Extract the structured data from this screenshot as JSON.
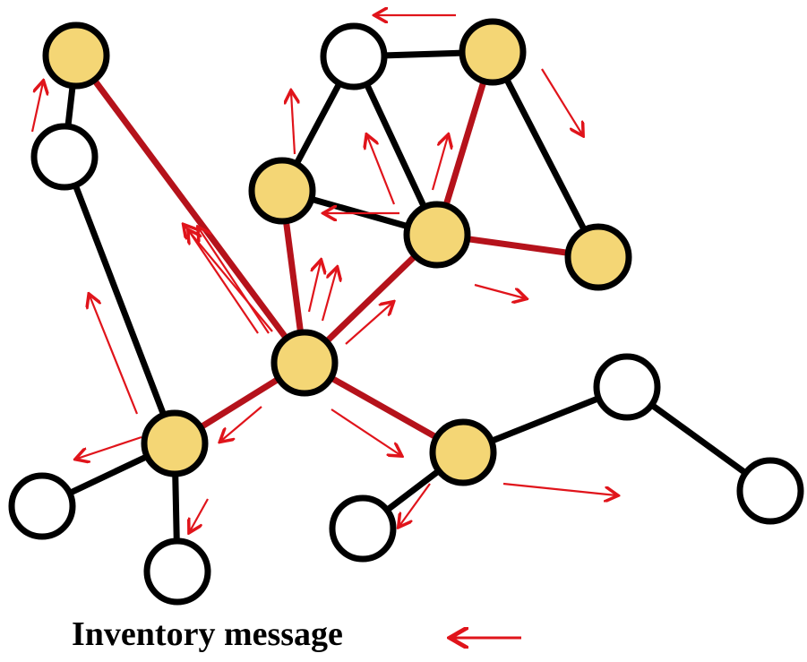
{
  "legend": {
    "label": "Inventory message"
  },
  "colors": {
    "node_informed": "#F4D675",
    "node_uninformed": "#FFFFFF",
    "node_stroke": "#000000",
    "edge_plain": "#000000",
    "edge_propagating": "#B5121B",
    "arrow": "#E0141B"
  },
  "nodes": [
    {
      "id": "n1",
      "informed": true
    },
    {
      "id": "n2",
      "informed": false
    },
    {
      "id": "n3",
      "informed": false
    },
    {
      "id": "n4",
      "informed": true
    },
    {
      "id": "n5",
      "informed": true
    },
    {
      "id": "n6",
      "informed": true
    },
    {
      "id": "n7",
      "informed": true
    },
    {
      "id": "n8",
      "informed": true
    },
    {
      "id": "n9",
      "informed": true
    },
    {
      "id": "n10",
      "informed": true
    },
    {
      "id": "n11",
      "informed": false
    },
    {
      "id": "n12",
      "informed": false
    },
    {
      "id": "n13",
      "informed": false
    },
    {
      "id": "n14",
      "informed": false
    },
    {
      "id": "n15",
      "informed": false
    }
  ],
  "edges": [
    {
      "from": "n1",
      "to": "n2",
      "propagating": false
    },
    {
      "from": "n1",
      "to": "n8",
      "propagating": true
    },
    {
      "from": "n2",
      "to": "n9",
      "propagating": false
    },
    {
      "from": "n3",
      "to": "n4",
      "propagating": false
    },
    {
      "from": "n3",
      "to": "n5",
      "propagating": false
    },
    {
      "from": "n3",
      "to": "n6",
      "propagating": false
    },
    {
      "from": "n4",
      "to": "n6",
      "propagating": true
    },
    {
      "from": "n4",
      "to": "n7",
      "propagating": false
    },
    {
      "from": "n5",
      "to": "n6",
      "propagating": false
    },
    {
      "from": "n5",
      "to": "n8",
      "propagating": true
    },
    {
      "from": "n6",
      "to": "n7",
      "propagating": true
    },
    {
      "from": "n6",
      "to": "n8",
      "propagating": true
    },
    {
      "from": "n8",
      "to": "n9",
      "propagating": true
    },
    {
      "from": "n8",
      "to": "n10",
      "propagating": true
    },
    {
      "from": "n9",
      "to": "n11",
      "propagating": false
    },
    {
      "from": "n9",
      "to": "n12",
      "propagating": false
    },
    {
      "from": "n10",
      "to": "n13",
      "propagating": false
    },
    {
      "from": "n10",
      "to": "n14",
      "propagating": false
    },
    {
      "from": "n14",
      "to": "n15",
      "propagating": false
    }
  ]
}
